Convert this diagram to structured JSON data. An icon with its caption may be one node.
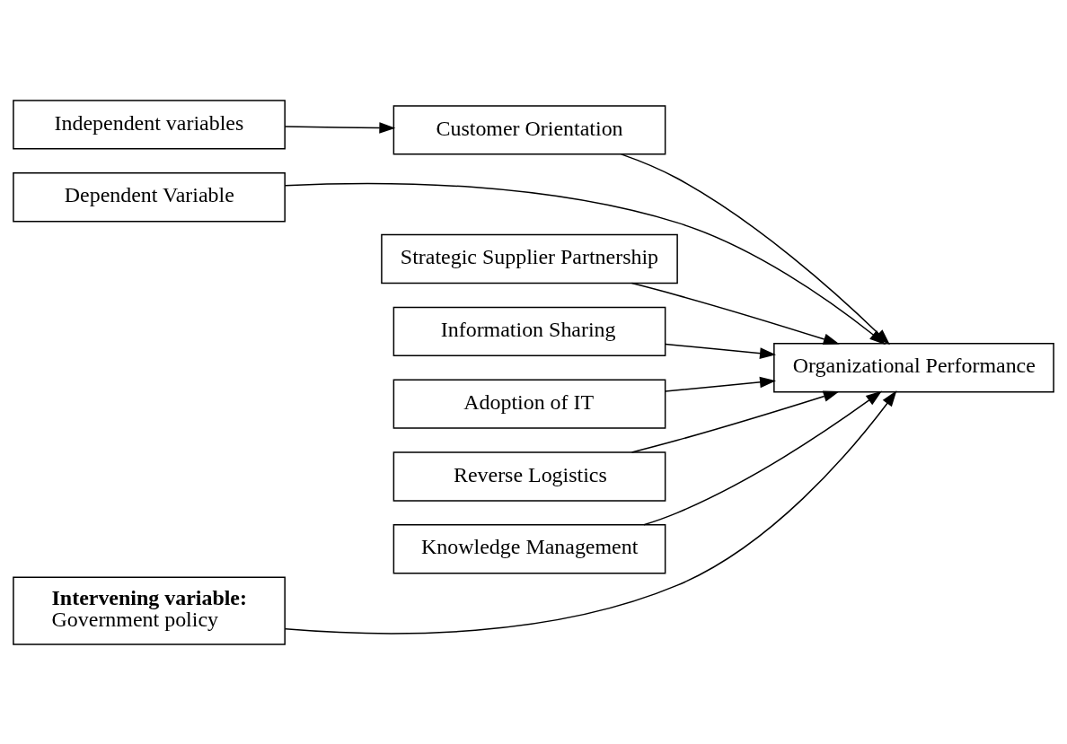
{
  "diagram": {
    "nodes": [
      {
        "text": [
          "Independent variables"
        ]
      },
      {
        "text": [
          "Dependent Variable"
        ]
      },
      {
        "text": [
          "Customer Orientation"
        ]
      },
      {
        "text": [
          "Strategic Supplier Partnership"
        ]
      },
      {
        "text": [
          "Information Sharing"
        ]
      },
      {
        "text": [
          "Adoption of IT"
        ]
      },
      {
        "text": [
          "Reverse Logistics"
        ]
      },
      {
        "text": [
          "Knowledge Management"
        ]
      },
      {
        "text": [
          "Organizational Performance"
        ]
      },
      {
        "text": [
          "Intervening variable:",
          "Government policy"
        ]
      }
    ],
    "edges": [
      {
        "from": 0,
        "to": 2,
        "arrow": "to"
      },
      {
        "from": 1,
        "to": 8,
        "arrow": "to"
      },
      {
        "from": 2,
        "to": 8,
        "arrow": "to"
      },
      {
        "from": 3,
        "to": 8,
        "arrow": "to"
      },
      {
        "from": 4,
        "to": 8,
        "arrow": "to"
      },
      {
        "from": 5,
        "to": 8,
        "arrow": "to"
      },
      {
        "from": 6,
        "to": 8,
        "arrow": "to"
      },
      {
        "from": 7,
        "to": 8,
        "arrow": "to"
      },
      {
        "from": 9,
        "to": 8,
        "arrow": "to"
      }
    ]
  }
}
